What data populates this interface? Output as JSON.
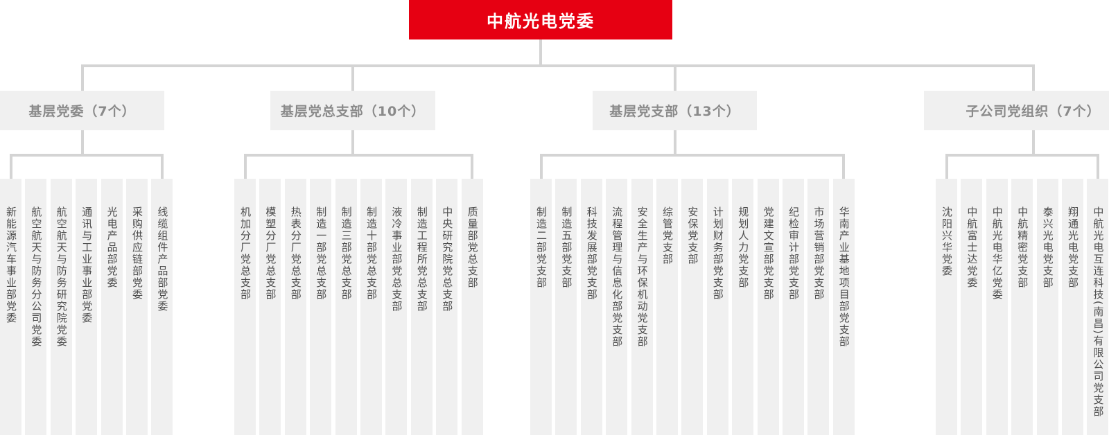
{
  "root": {
    "label": "中航光电党委"
  },
  "groups": [
    {
      "label": "基层党委（7个）",
      "children": [
        "新能源汽车事业部党委",
        "航空航天与防务分公司党委",
        "航空航天与防务研究院党委",
        "通讯与工业事业部党委",
        "光电产品部党委",
        "采购供应链部党委",
        "线缆组件产品部党委"
      ]
    },
    {
      "label": "基层党总支部（10个）",
      "children": [
        "机加分厂党总支部",
        "模塑分厂党总支部",
        "热表分厂党总支部",
        "制造一部党总支部",
        "制造三部党总支部",
        "制造十部党总支部",
        "液冷事业部党总支部",
        "制造工程所党总支部",
        "中央研究院党总支部",
        "质量部党总支部"
      ]
    },
    {
      "label": "基层党支部（13个）",
      "children": [
        "制造二部党支部",
        "制造五部党支部",
        "科技发展部党支部",
        "流程管理与信息化部党支部",
        "安全生产与环保机动党支部",
        "综管党支部",
        "安保党支部",
        "计划财务部党支部",
        "规划人力党支部",
        "党建文宣部党支部",
        "纪检审计部党支部",
        "市场营销部党支部",
        "华南产业基地项目部党支部"
      ]
    },
    {
      "label": "子公司党组织（7个）",
      "children": [
        "沈阳兴华党委",
        "中航富士达党委",
        "中航光电华亿党委",
        "中航精密党支部",
        "泰兴光电党支部",
        "翔通光电党支部",
        "中航光电互连科技(南昌)有限公司党支部"
      ]
    }
  ],
  "colors": {
    "accent_red": "#e60012",
    "node_bg": "#f0f0f0",
    "connector": "#d4d4d4",
    "header_text": "#8a8a8a",
    "node_text": "#4d4d4d"
  }
}
